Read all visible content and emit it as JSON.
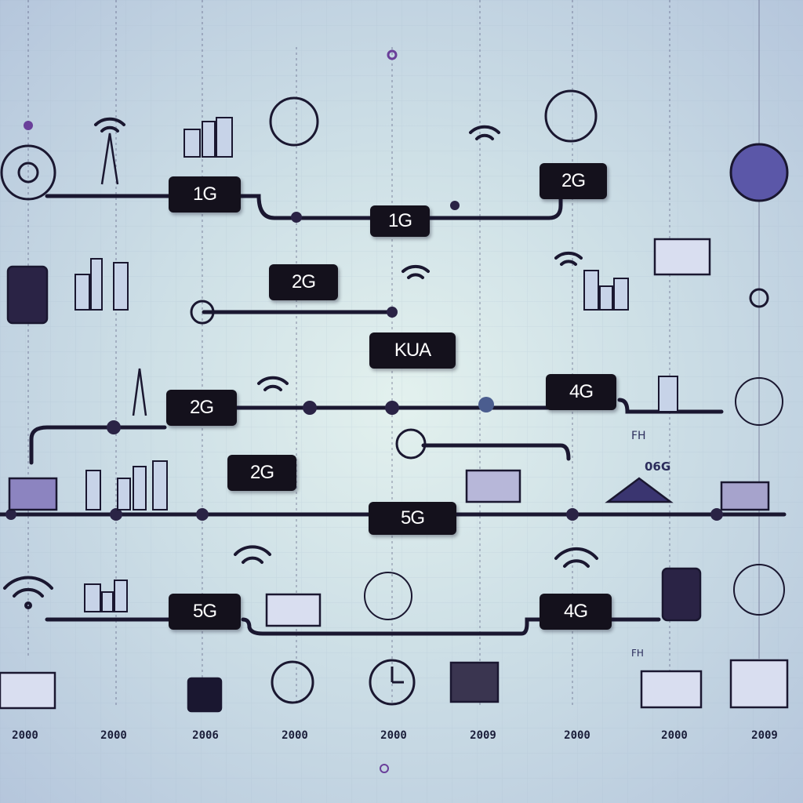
{
  "badges": [
    "1G",
    "1G",
    "2G",
    "2G",
    "KUA",
    "4G",
    "2G",
    "2G",
    "5G",
    "5G",
    "4G"
  ],
  "years": [
    "2000",
    "2000",
    "2006",
    "2000",
    "2000",
    "2009",
    "2000",
    "2000",
    "2009"
  ],
  "small_labels": {
    "fh": "FH",
    "og": "06G",
    "fh2": "FH"
  },
  "colors": {
    "line": "#1a1730",
    "badge": "#14111c",
    "accent": "#4b3f8f",
    "background": "#cddfe6"
  }
}
